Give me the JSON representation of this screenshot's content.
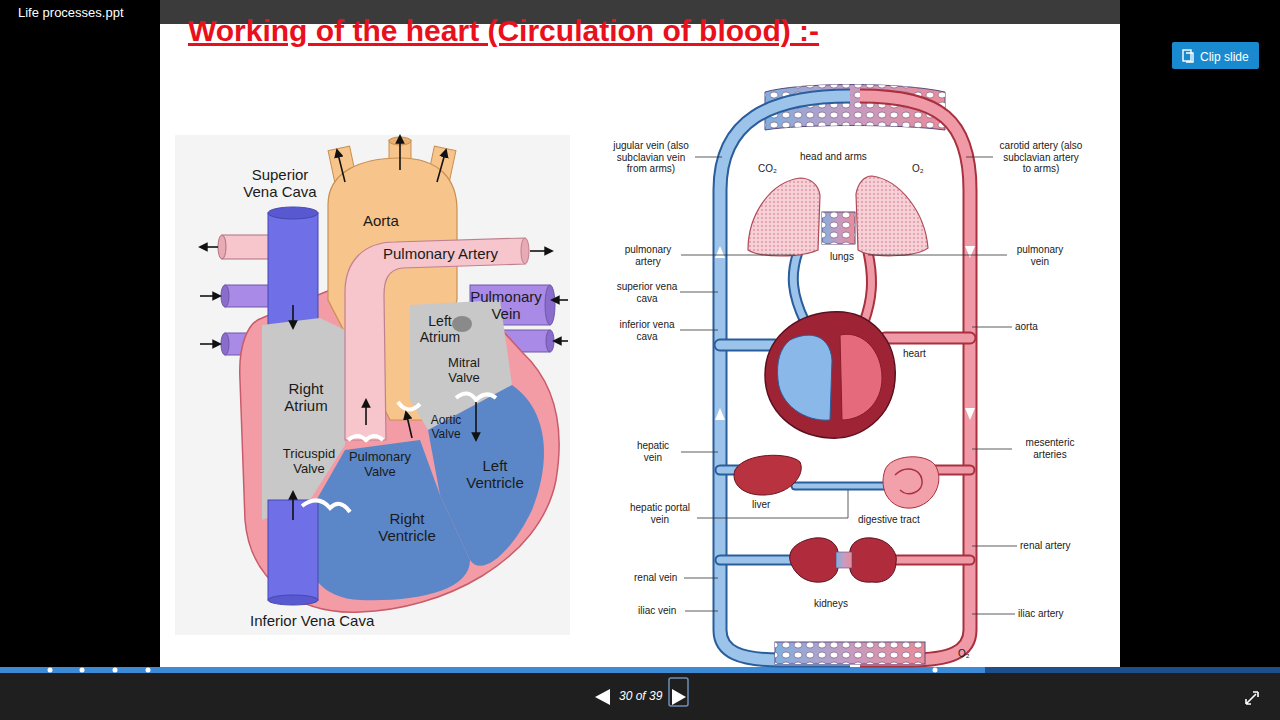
{
  "diagram": {
    "title": "Working of the heart (Circulation of blood) :-",
    "nodes": [
      {
        "text": [
          "Clip slide"
        ]
      }
    ],
    "labels": [
      "Life processes.ppt",
      "Superior Vena Cava",
      "Aorta",
      "Pulmonary Artery",
      "Pulmonary Vein",
      "Left Atrium",
      "Mitral Valve",
      "Right Atrium",
      "Aortic Valve",
      "Tricuspid Valve",
      "Pulmonary Valve",
      "Left Ventricle",
      "Right Ventricle",
      "Inferior Vena Cava",
      "jugular vein (also subclavian vein from arms)",
      "head and arms",
      "carotid artery (also subclavian artery to arms)",
      "CO₂",
      "O₂",
      "pulmonary artery",
      "lungs",
      "pulmonary vein",
      "superior vena cava",
      "inferior vena cava",
      "aorta",
      "heart",
      "hepatic vein",
      "mesenteric arteries",
      "liver",
      "hepatic portal vein",
      "digestive tract",
      "renal artery",
      "renal vein",
      "kidneys",
      "iliac vein",
      "iliac artery",
      "O₂",
      "30 of 39"
    ]
  }
}
